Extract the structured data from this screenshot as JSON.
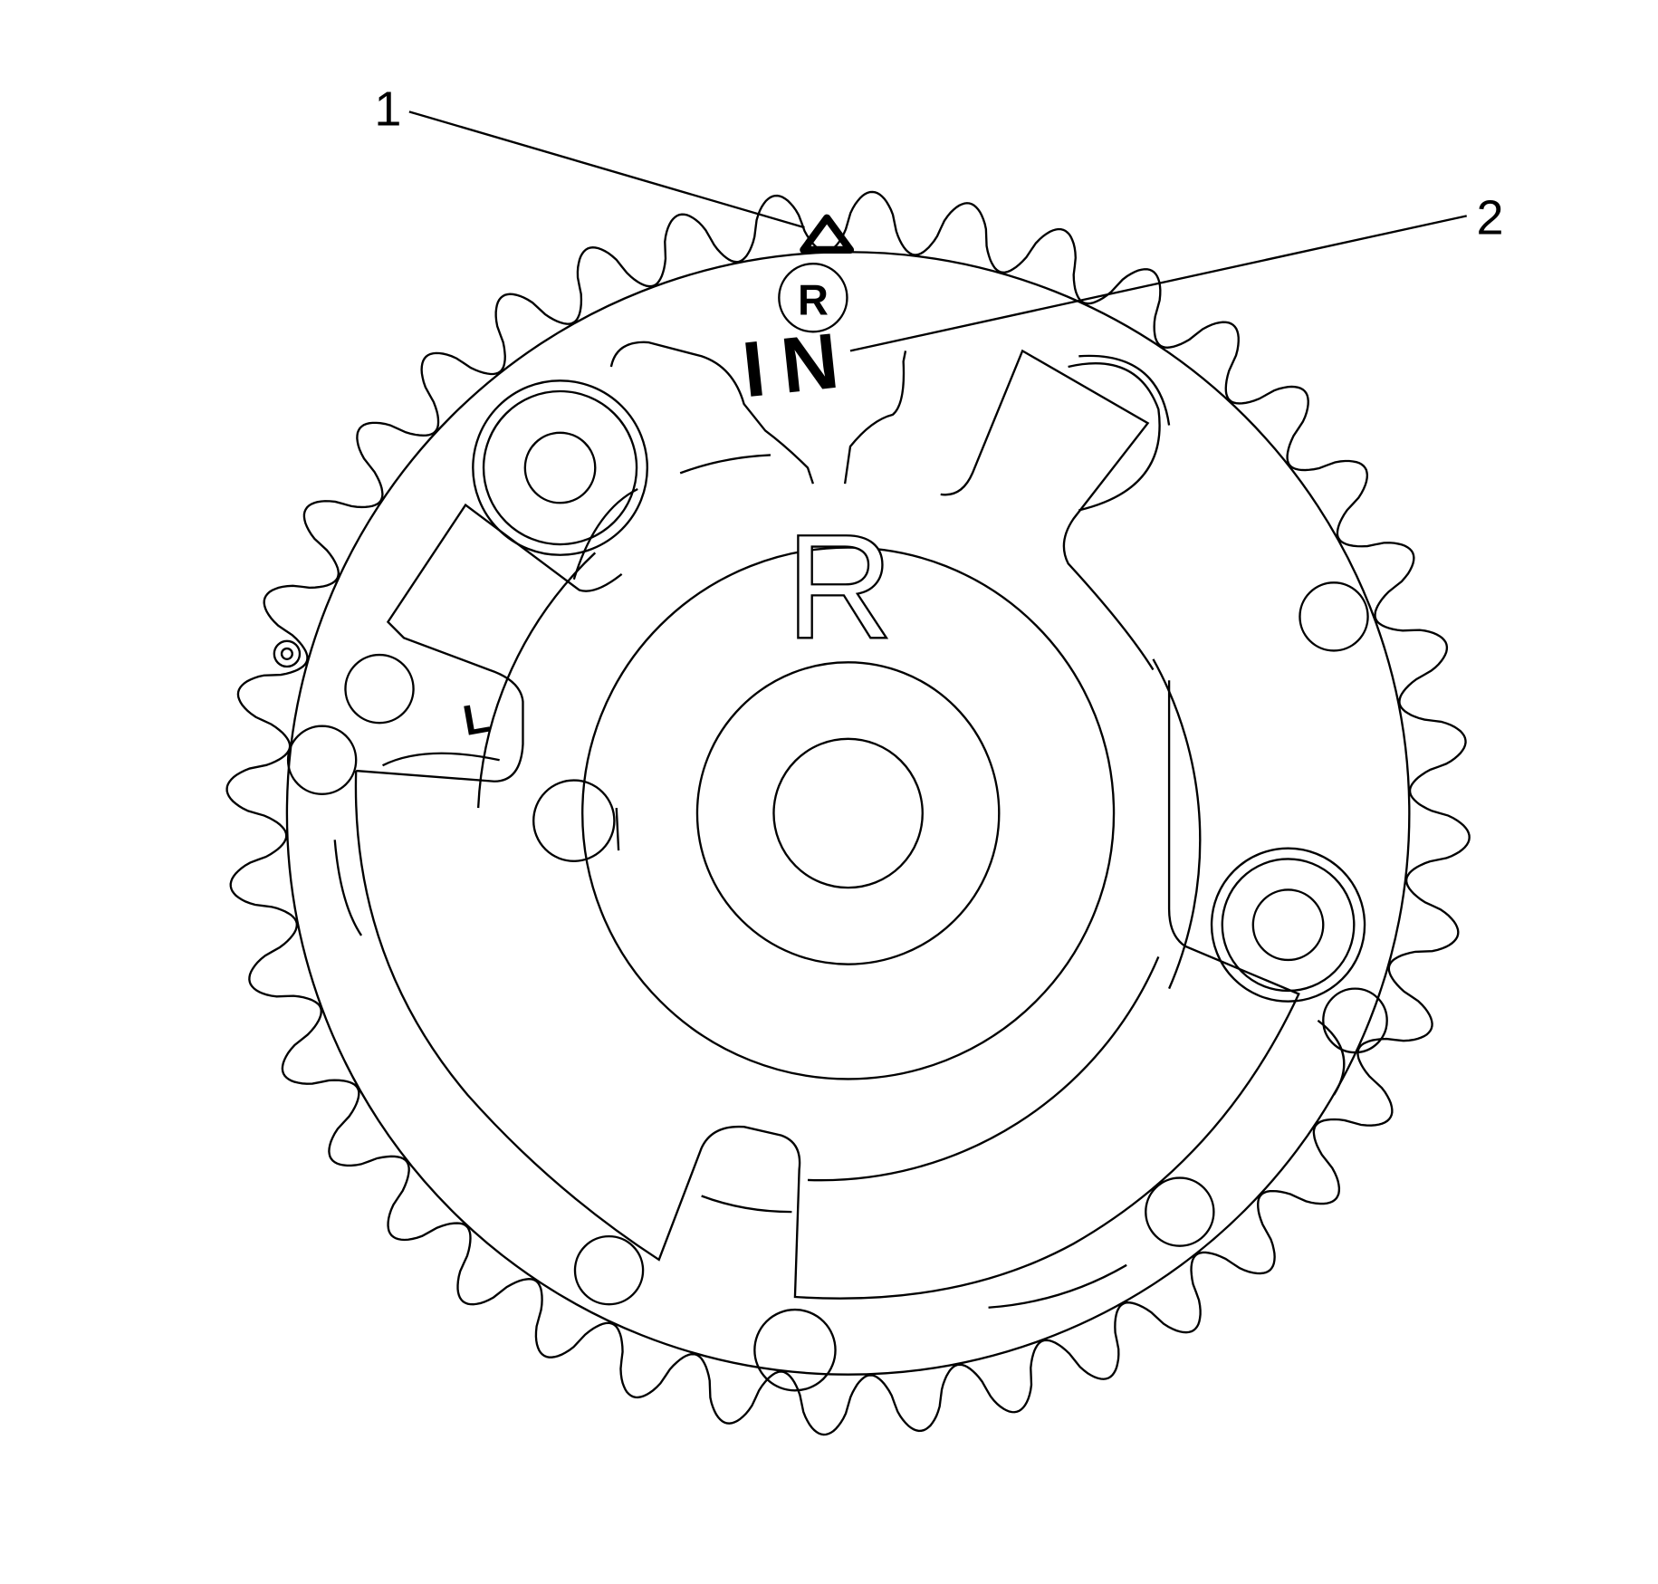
{
  "callouts": [
    {
      "label": "1"
    },
    {
      "label": "2"
    }
  ],
  "markings": {
    "circle_letter": "R",
    "intake_text": "IN",
    "large_letter": "R",
    "side_letter": "L"
  },
  "colors": {
    "line": "#000000",
    "background": "#ffffff"
  }
}
